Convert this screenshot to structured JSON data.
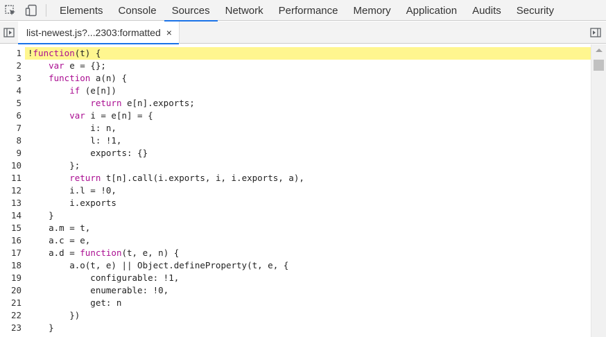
{
  "devtools": {
    "tabs": [
      {
        "label": "Elements",
        "active": false
      },
      {
        "label": "Console",
        "active": false
      },
      {
        "label": "Sources",
        "active": true
      },
      {
        "label": "Network",
        "active": false
      },
      {
        "label": "Performance",
        "active": false
      },
      {
        "label": "Memory",
        "active": false
      },
      {
        "label": "Application",
        "active": false
      },
      {
        "label": "Audits",
        "active": false
      },
      {
        "label": "Security",
        "active": false
      }
    ],
    "icons": [
      "inspect-element-icon",
      "device-toolbar-icon"
    ]
  },
  "sources": {
    "file_tab": {
      "label": "list-newest.js?...2303:formatted",
      "close": "×"
    },
    "highlighted_line": 1,
    "lines": [
      "!function(t) {",
      "    var e = {};",
      "    function a(n) {",
      "        if (e[n])",
      "            return e[n].exports;",
      "        var i = e[n] = {",
      "            i: n,",
      "            l: !1,",
      "            exports: {}",
      "        };",
      "        return t[n].call(i.exports, i, i.exports, a),",
      "        i.l = !0,",
      "        i.exports",
      "    }",
      "    a.m = t,",
      "    a.c = e,",
      "    a.d = function(t, e, n) {",
      "        a.o(t, e) || Object.defineProperty(t, e, {",
      "            configurable: !1,",
      "            enumerable: !0,",
      "            get: n",
      "        })",
      "    }"
    ]
  },
  "colors": {
    "accent": "#1a73e8",
    "highlight": "#fff68f",
    "keyword": "#aa0d91"
  }
}
